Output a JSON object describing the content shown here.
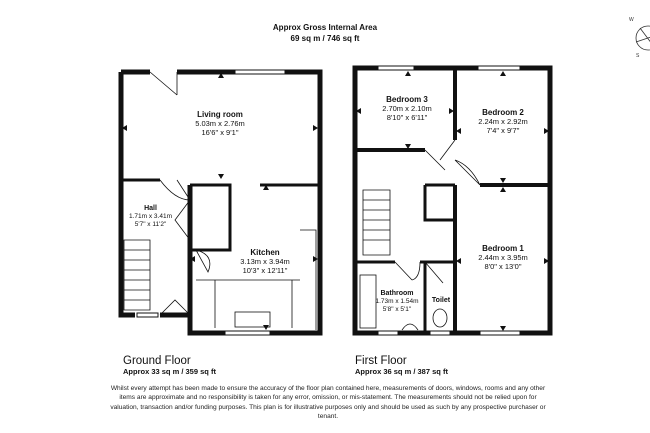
{
  "header": {
    "title": "Approx Gross Internal Area",
    "area": "69 sq m / 746 sq ft"
  },
  "ground_floor": {
    "title": "Ground Floor",
    "area": "Approx 33 sq m / 359 sq ft",
    "rooms": [
      {
        "name": "Living room",
        "metric": "5.03m x 2.76m",
        "imperial": "16'6\" x 9'1\""
      },
      {
        "name": "Hall",
        "metric": "1.71m x 3.41m",
        "imperial": "5'7\" x 11'2\""
      },
      {
        "name": "Kitchen",
        "metric": "3.13m x 3.94m",
        "imperial": "10'3\" x 12'11\""
      }
    ]
  },
  "first_floor": {
    "title": "First Floor",
    "area": "Approx 36 sq m / 387 sq ft",
    "rooms": [
      {
        "name": "Bedroom 3",
        "metric": "2.70m x 2.10m",
        "imperial": "8'10\" x 6'11\""
      },
      {
        "name": "Bedroom 2",
        "metric": "2.24m x 2.92m",
        "imperial": "7'4\" x 9'7\""
      },
      {
        "name": "Bedroom 1",
        "metric": "2.44m x 3.95m",
        "imperial": "8'0\" x 13'0\""
      },
      {
        "name": "Bathroom",
        "metric": "1.73m x 1.54m",
        "imperial": "5'8\" x 5'1\""
      },
      {
        "name": "Toilet"
      }
    ]
  },
  "compass": {
    "labels": [
      "W",
      "S"
    ]
  },
  "disclaimer": "Whilst every attempt has been made to ensure the accuracy of the floor plan contained here, measurements of doors, windows, rooms and any other items are approximate and no responsibility is taken for any error, omission, or mis-statement. The measurements should not be relied upon for valuation, transaction and/or funding purposes. This plan is for illustrative purposes only and should be used as such by any prospective purchaser or tenant."
}
